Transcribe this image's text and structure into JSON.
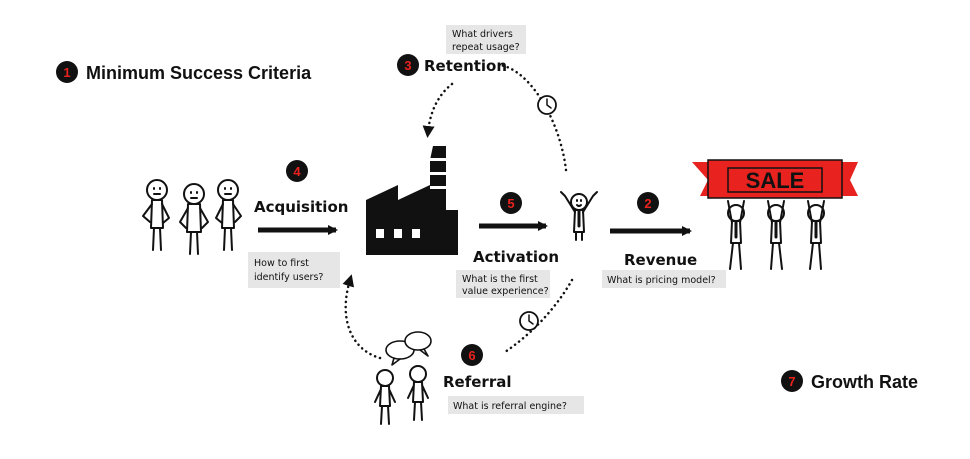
{
  "colors": {
    "badge": "#e8231f",
    "sale_banner": "#e8231f",
    "note_bg": "#e6e6e6",
    "ink": "#111111"
  },
  "criteria": {
    "minimum": {
      "number": "1",
      "label": "Minimum Success Criteria"
    },
    "growth": {
      "number": "7",
      "label": "Growth Rate"
    }
  },
  "stages": {
    "acquisition": {
      "number": "4",
      "label": "Acquisition",
      "note_lines": [
        "How to first",
        "identify users?"
      ]
    },
    "activation": {
      "number": "5",
      "label": "Activation",
      "note_lines": [
        "What is the first",
        "value experience?"
      ]
    },
    "revenue": {
      "number": "2",
      "label": "Revenue",
      "note_lines": [
        "What is pricing model?"
      ]
    },
    "retention": {
      "number": "3",
      "label": "Retention",
      "note_lines": [
        "What drivers",
        "repeat usage?"
      ]
    },
    "referral": {
      "number": "6",
      "label": "Referral",
      "note_lines": [
        "What is referral engine?"
      ]
    }
  },
  "sale_sign": {
    "text": "SALE"
  },
  "icons": [
    "stick-figure-group-icon",
    "factory-icon",
    "cheering-figure-icon",
    "sale-banner-icon",
    "clock-icon",
    "speech-bubble-icon"
  ]
}
